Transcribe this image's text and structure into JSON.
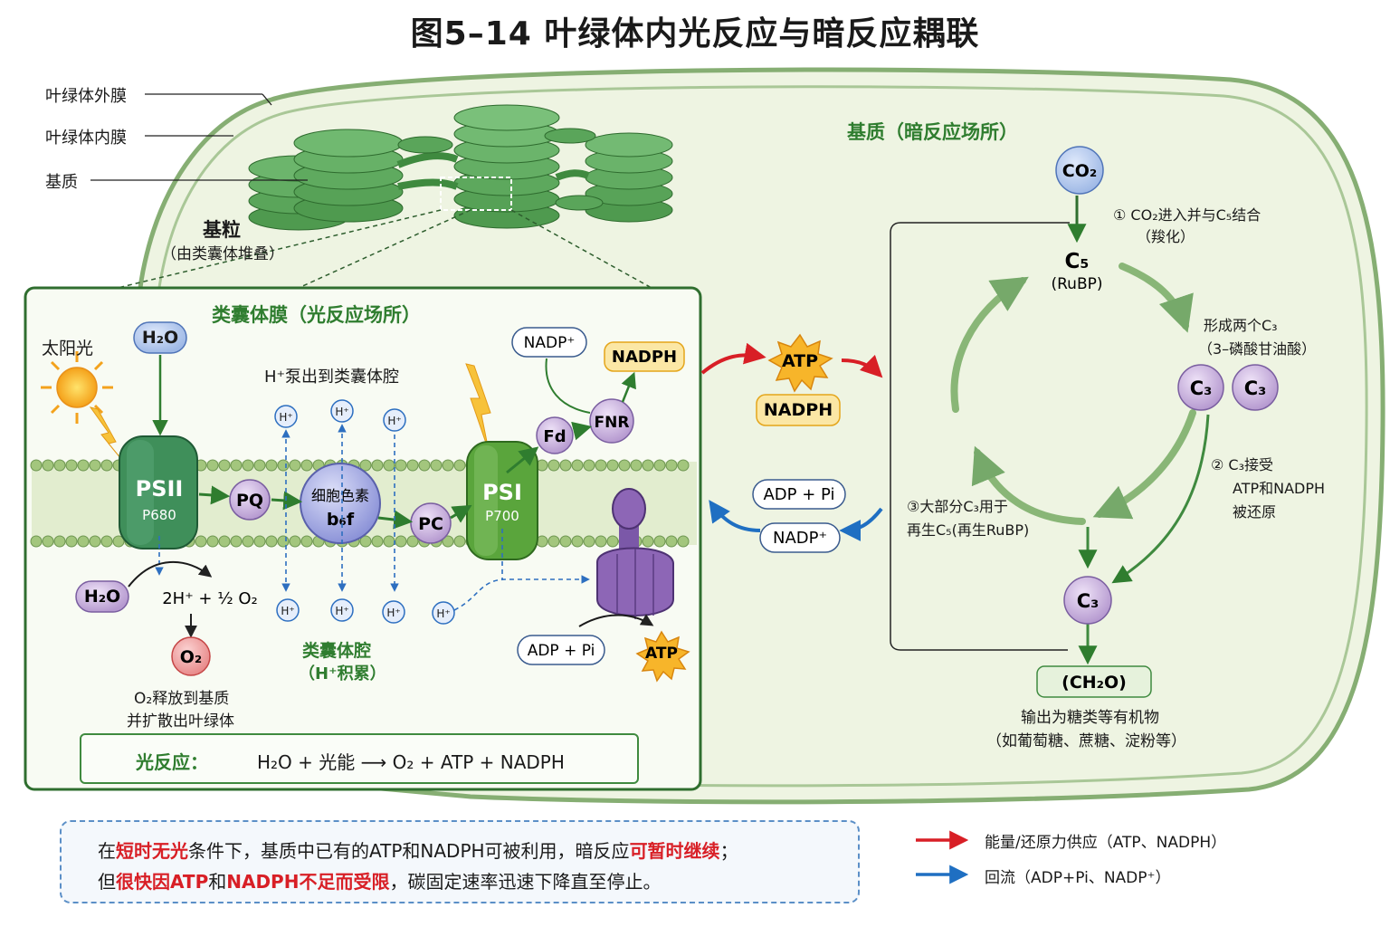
{
  "title": "图5–14  叶绿体内光反应与暗反应耦联",
  "structure_labels": {
    "outer_membrane": "叶绿体外膜",
    "inner_membrane": "叶绿体内膜",
    "stroma": "基质",
    "granum": "基粒",
    "granum_note": "（由类囊体堆叠）",
    "stroma_site": "基质（暗反应场所）"
  },
  "thylakoid_panel": {
    "title": "类囊体膜（光反应场所）",
    "sunlight": "太阳光",
    "h_pump": "H⁺泵出到类囊体腔",
    "lumen": "类囊体腔",
    "lumen_note": "（H⁺积累）",
    "o2_note_1": "O₂释放到基质",
    "o2_note_2": "并扩散出叶绿体"
  },
  "molecules": {
    "h2o": "H₂O",
    "psii": "PSII",
    "p680": "P680",
    "pq": "PQ",
    "cytb6f_line1": "细胞色素",
    "cytb6f_line2": "b₆f",
    "pc": "PC",
    "psi": "PSI",
    "p700": "P700",
    "fd": "Fd",
    "fnr": "FNR",
    "nadp_plus": "NADP⁺",
    "nadph": "NADPH",
    "h_plus": "H⁺",
    "o2": "O₂",
    "split_products": "2H⁺ + ½ O₂",
    "adp_pi": "ADP + Pi",
    "atp": "ATP"
  },
  "equation": {
    "label": "光反应：",
    "formula": "H₂O + 光能 ⟶ O₂ + ATP + NADPH"
  },
  "calvin": {
    "co2": "CO₂",
    "c5": "C₅",
    "rubp": "(RuBP)",
    "c3": "C₃",
    "ch2o": "(CH₂O)",
    "step1_line1": "① CO₂进入并与C₅结合",
    "step1_line2": "（羧化）",
    "form_c3_line1": "形成两个C₃",
    "form_c3_line2": "（3–磷酸甘油酸）",
    "step2_line1": "② C₃接受",
    "step2_line2": "ATP和NADPH",
    "step2_line3": "被还原",
    "step3_line1": "③大部分C₃用于",
    "step3_line2": "再生C₅(再生RuBP)",
    "output_line1": "输出为糖类等有机物",
    "output_line2": "（如葡萄糖、蔗糖、淀粉等）"
  },
  "note": {
    "line1_parts": [
      "在",
      "短时无光",
      "条件下，基质中已有的ATP和NADPH可被利用，暗反应",
      "可暂时继续",
      "；"
    ],
    "line2_parts": [
      "但",
      "很快因ATP",
      "和",
      "NADPH不足而受限",
      "，碳固定速率迅速下降直至停止。"
    ]
  },
  "legend": {
    "red_label": "能量/还原力供应（ATP、NADPH）",
    "blue_label": "回流（ADP+Pi、NADP⁺）"
  },
  "colors": {
    "energy_arrow": "#d81f26",
    "return_arrow": "#1f6fc2",
    "chloroplast_fill": "#eef4e2",
    "grana": "#4f9a4f",
    "psii": "#3f8f5a",
    "psi": "#5aa53c",
    "purple": "#b79bd0",
    "atp_star": "#f7b52a"
  }
}
